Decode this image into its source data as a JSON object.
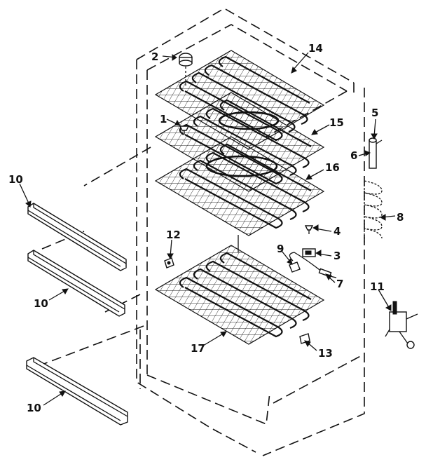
{
  "callouts": [
    {
      "id": "c2",
      "text": "2"
    },
    {
      "id": "c14",
      "text": "14"
    },
    {
      "id": "c1",
      "text": "1"
    },
    {
      "id": "c15",
      "text": "15"
    },
    {
      "id": "c5",
      "text": "5"
    },
    {
      "id": "c6",
      "text": "6"
    },
    {
      "id": "c16",
      "text": "16"
    },
    {
      "id": "c8",
      "text": "8"
    },
    {
      "id": "c10a",
      "text": "10"
    },
    {
      "id": "c12",
      "text": "12"
    },
    {
      "id": "c4",
      "text": "4"
    },
    {
      "id": "c9",
      "text": "9"
    },
    {
      "id": "c3",
      "text": "3"
    },
    {
      "id": "c7",
      "text": "7"
    },
    {
      "id": "c10b",
      "text": "10"
    },
    {
      "id": "c11",
      "text": "11"
    },
    {
      "id": "c17",
      "text": "17"
    },
    {
      "id": "c13",
      "text": "13"
    },
    {
      "id": "c10c",
      "text": "10"
    }
  ]
}
